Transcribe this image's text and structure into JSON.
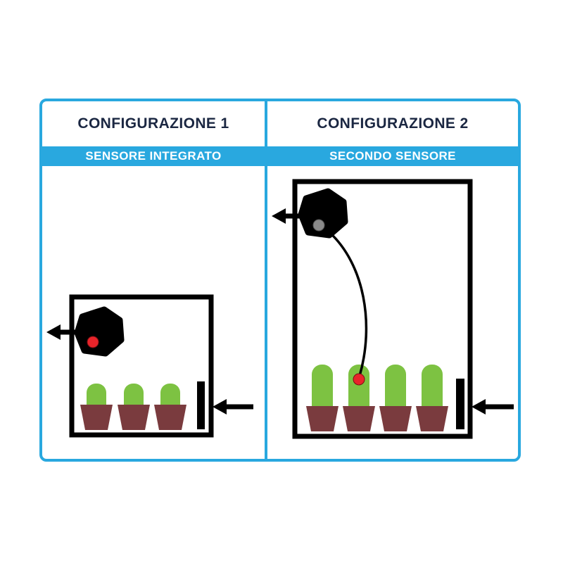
{
  "panels": [
    {
      "title": "CONFIGURAZIONE 1",
      "subtitle": "SENSORE INTEGRATO"
    },
    {
      "title": "CONFIGURAZIONE 2",
      "subtitle": "SECONDO SENSORE"
    }
  ],
  "colors": {
    "accent_blue": "#29A8DF",
    "title_navy": "#1B2742",
    "plant_green": "#7DC242",
    "pot_brown": "#7A3B3E",
    "sensor_red": "#E8242A",
    "sensor_gray": "#8A8A8A"
  }
}
